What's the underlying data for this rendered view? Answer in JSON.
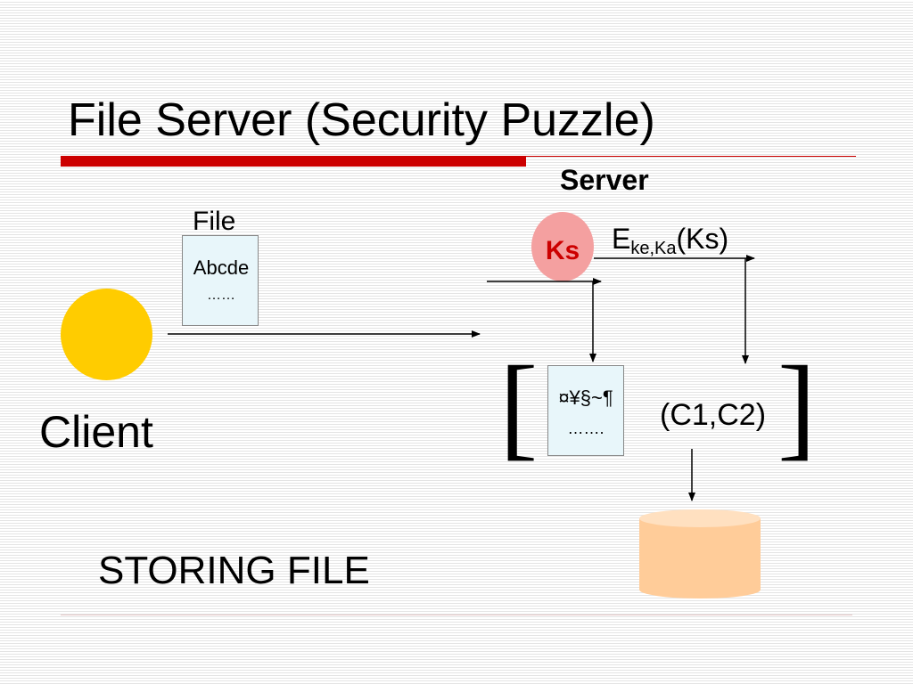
{
  "slide": {
    "title": "File Server (Security Puzzle)",
    "accent_color": "#cc0000"
  },
  "diagram": {
    "server_label": "Server",
    "file": {
      "label": "File",
      "line1": "Abcde",
      "line2": "……"
    },
    "client": {
      "label": "Client",
      "color": "#ffcc00"
    },
    "key": {
      "label": "Ks",
      "color": "#f4a0a0",
      "text_color": "#cc0000"
    },
    "encrypted_key": {
      "prefix": "E",
      "subscript": "ke,Ka",
      "suffix": "(Ks)"
    },
    "encrypted_file": {
      "line1": "¤¥§~¶",
      "line2": "……."
    },
    "bracket_left": "[",
    "bracket_right": "]",
    "ciphertext_pair": "(C1,C2)",
    "storage": {
      "color": "#ffcc99",
      "icon": "database-cylinder-icon"
    },
    "caption": "STORING FILE"
  }
}
